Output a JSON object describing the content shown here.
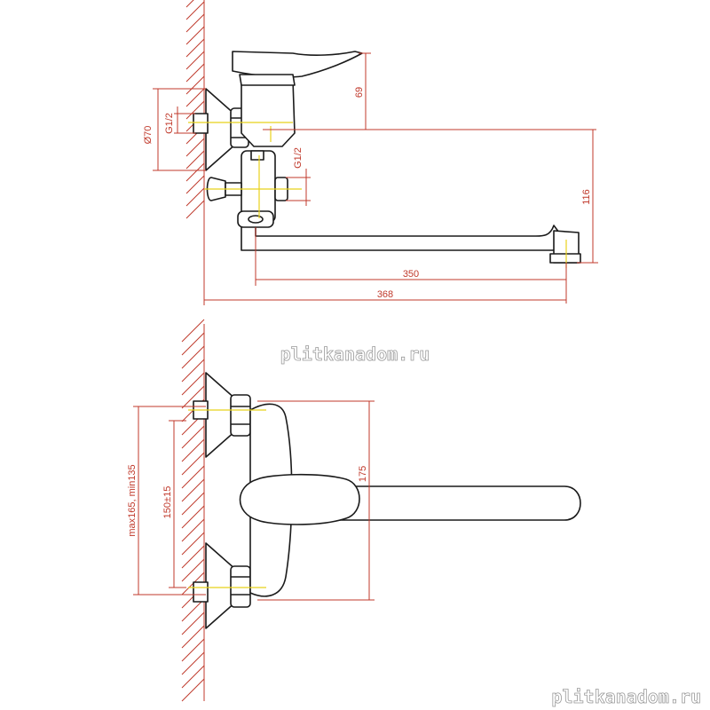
{
  "top_view": {
    "dim_diameter": "Ø70",
    "dim_inlet_left": "G1/2",
    "dim_inlet_right": "G1/2",
    "dim_height": "69",
    "dim_drop": "116",
    "dim_spout": "350",
    "dim_total": "368"
  },
  "side_view": {
    "dim_range": "max165, min135",
    "dim_center": "150±15",
    "dim_body": "175"
  },
  "watermark": {
    "center": "plitkanadom.ru",
    "corner": "plitkanadom.ru"
  }
}
